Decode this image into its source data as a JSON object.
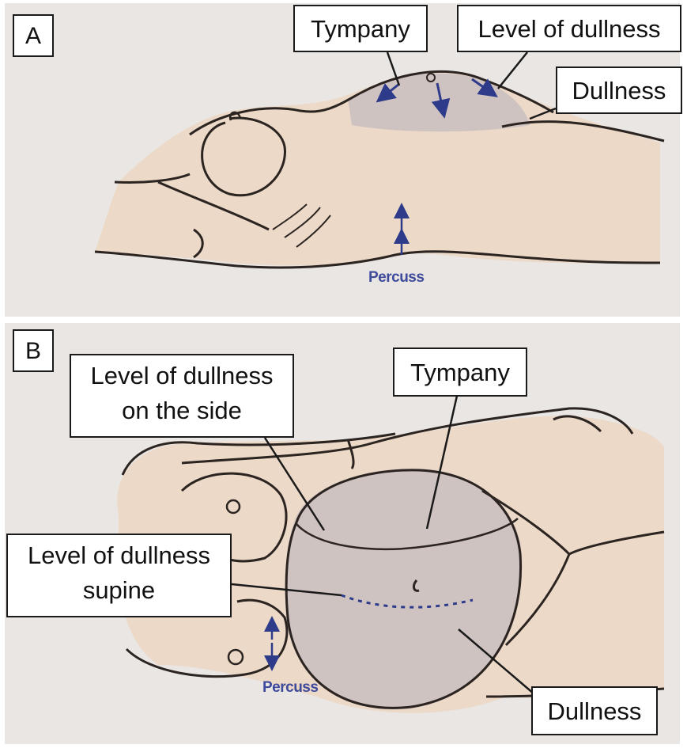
{
  "panel_a": {
    "letter": "A",
    "labels": {
      "tympany": "Tympany",
      "level_of_dullness": "Level of dullness",
      "dullness": "Dullness"
    },
    "percuss": "Percuss"
  },
  "panel_b": {
    "letter": "B",
    "labels": {
      "level_side_line1": "Level of dullness",
      "level_side_line2": "on the side",
      "tympany": "Tympany",
      "level_supine_line1": "Level of dullness",
      "level_supine_line2": "supine",
      "dullness": "Dullness"
    },
    "percuss": "Percuss"
  },
  "colors": {
    "skin": "#ecd9c8",
    "background": "#e9e6e3",
    "abdomen_shade": "#cfc3c2",
    "outline": "#2b2420",
    "arrow": "#2e3a8a"
  }
}
